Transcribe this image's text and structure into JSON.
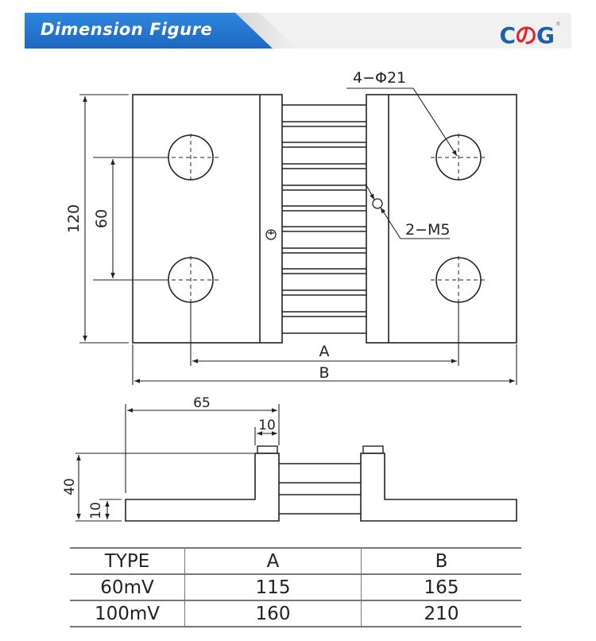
{
  "header": {
    "title": "Dimension Figure",
    "logo": {
      "left": "C",
      "middle": "の",
      "right": "G",
      "registered": "®"
    },
    "colors": {
      "banner": "#1e6fc4",
      "logo_blue": "#1d5fa8",
      "logo_red": "#e0262c",
      "bar_bg": "#f1f1f1"
    }
  },
  "top_view": {
    "height_label": "120",
    "hole_spacing_label": "60",
    "hole_callout": "4−Φ21",
    "screw_callout": "2−M5",
    "dim_a_label": "A",
    "dim_b_label": "B"
  },
  "side_view": {
    "length_label": "65",
    "terminal_width_label": "10",
    "height_label": "40",
    "base_thickness_label": "10"
  },
  "table": {
    "headers": [
      "TYPE",
      "A",
      "B"
    ],
    "rows": [
      [
        "60mV",
        "115",
        "165"
      ],
      [
        "100mV",
        "160",
        "210"
      ]
    ]
  }
}
